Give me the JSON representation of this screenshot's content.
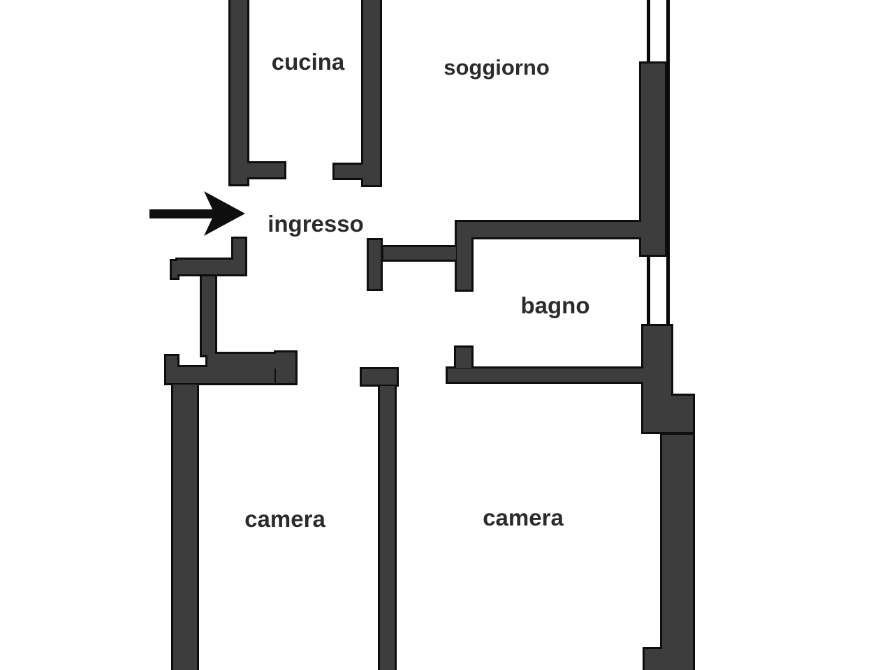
{
  "floorplan": {
    "rooms": {
      "cucina": "cucina",
      "soggiorno": "soggiorno",
      "ingresso": "ingresso",
      "bagno": "bagno",
      "camera_left": "camera",
      "camera_right": "camera"
    },
    "icons": {
      "entrance_arrow_icon": "arrow-right-entrance"
    },
    "colors": {
      "wall_fill": "#3d3d3d",
      "wall_outline": "#0e0e0e",
      "label_text": "#2b2b2b",
      "background": "#ffffff"
    }
  }
}
